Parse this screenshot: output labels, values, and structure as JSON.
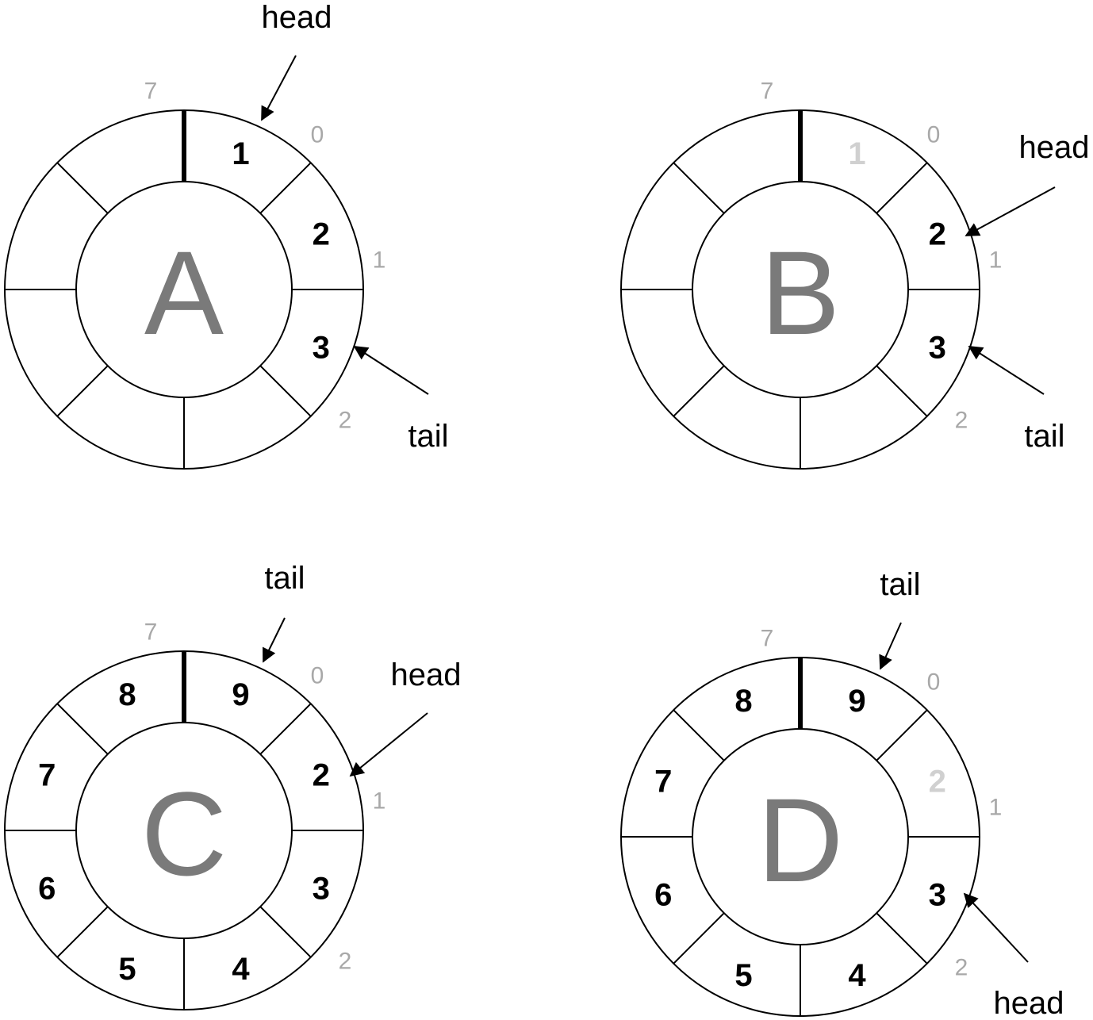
{
  "colors": {
    "stroke": "#000000",
    "value": "#000000",
    "removed_value": "#d0d0d0",
    "index": "#a8a8a8",
    "letter": "#7a7a7a"
  },
  "rings": [
    {
      "letter": "A",
      "index_labels": [
        "7",
        "0",
        "1",
        "2"
      ],
      "slots": [
        {
          "value": "1",
          "state": "present"
        },
        {
          "value": "2",
          "state": "present"
        },
        {
          "value": "3",
          "state": "present"
        },
        {
          "value": "",
          "state": "empty"
        },
        {
          "value": "",
          "state": "empty"
        },
        {
          "value": "",
          "state": "empty"
        },
        {
          "value": "",
          "state": "empty"
        },
        {
          "value": "",
          "state": "empty"
        }
      ],
      "pointers": [
        {
          "label": "head"
        },
        {
          "label": "tail"
        }
      ]
    },
    {
      "letter": "B",
      "index_labels": [
        "7",
        "0",
        "1",
        "2"
      ],
      "slots": [
        {
          "value": "1",
          "state": "removed"
        },
        {
          "value": "2",
          "state": "present"
        },
        {
          "value": "3",
          "state": "present"
        },
        {
          "value": "",
          "state": "empty"
        },
        {
          "value": "",
          "state": "empty"
        },
        {
          "value": "",
          "state": "empty"
        },
        {
          "value": "",
          "state": "empty"
        },
        {
          "value": "",
          "state": "empty"
        }
      ],
      "pointers": [
        {
          "label": "head"
        },
        {
          "label": "tail"
        }
      ]
    },
    {
      "letter": "C",
      "index_labels": [
        "7",
        "0",
        "1",
        "2"
      ],
      "slots": [
        {
          "value": "9",
          "state": "present"
        },
        {
          "value": "2",
          "state": "present"
        },
        {
          "value": "3",
          "state": "present"
        },
        {
          "value": "4",
          "state": "present"
        },
        {
          "value": "5",
          "state": "present"
        },
        {
          "value": "6",
          "state": "present"
        },
        {
          "value": "7",
          "state": "present"
        },
        {
          "value": "8",
          "state": "present"
        }
      ],
      "pointers": [
        {
          "label": "tail"
        },
        {
          "label": "head"
        }
      ]
    },
    {
      "letter": "D",
      "index_labels": [
        "7",
        "0",
        "1",
        "2"
      ],
      "slots": [
        {
          "value": "9",
          "state": "present"
        },
        {
          "value": "2",
          "state": "removed"
        },
        {
          "value": "3",
          "state": "present"
        },
        {
          "value": "4",
          "state": "present"
        },
        {
          "value": "5",
          "state": "present"
        },
        {
          "value": "6",
          "state": "present"
        },
        {
          "value": "7",
          "state": "present"
        },
        {
          "value": "8",
          "state": "present"
        }
      ],
      "pointers": [
        {
          "label": "tail"
        },
        {
          "label": "head"
        }
      ]
    }
  ]
}
